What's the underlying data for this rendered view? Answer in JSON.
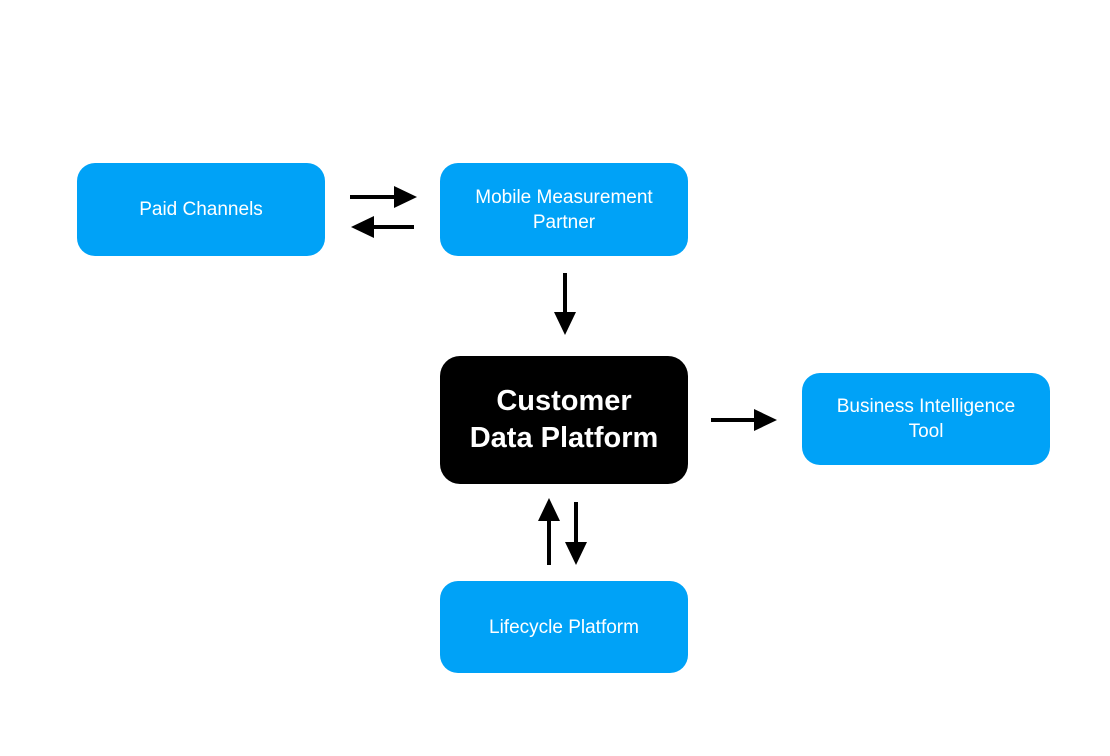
{
  "diagram": {
    "nodes": {
      "paid_channels": "Paid Channels",
      "mmp": "Mobile Measurement\nPartner",
      "cdp": "Customer\nData Platform",
      "bi_tool": "Business Intelligence\nTool",
      "lifecycle": "Lifecycle Platform"
    },
    "colors": {
      "node_fill": "#00a2f7",
      "hub_fill": "#000000",
      "text": "#ffffff",
      "arrow": "#000000"
    },
    "edges": [
      {
        "from": "Paid Channels",
        "to": "Mobile Measurement Partner"
      },
      {
        "from": "Mobile Measurement Partner",
        "to": "Paid Channels"
      },
      {
        "from": "Mobile Measurement Partner",
        "to": "Customer Data Platform"
      },
      {
        "from": "Customer Data Platform",
        "to": "Business Intelligence Tool"
      },
      {
        "from": "Lifecycle Platform",
        "to": "Customer Data Platform"
      },
      {
        "from": "Customer Data Platform",
        "to": "Lifecycle Platform"
      }
    ]
  }
}
